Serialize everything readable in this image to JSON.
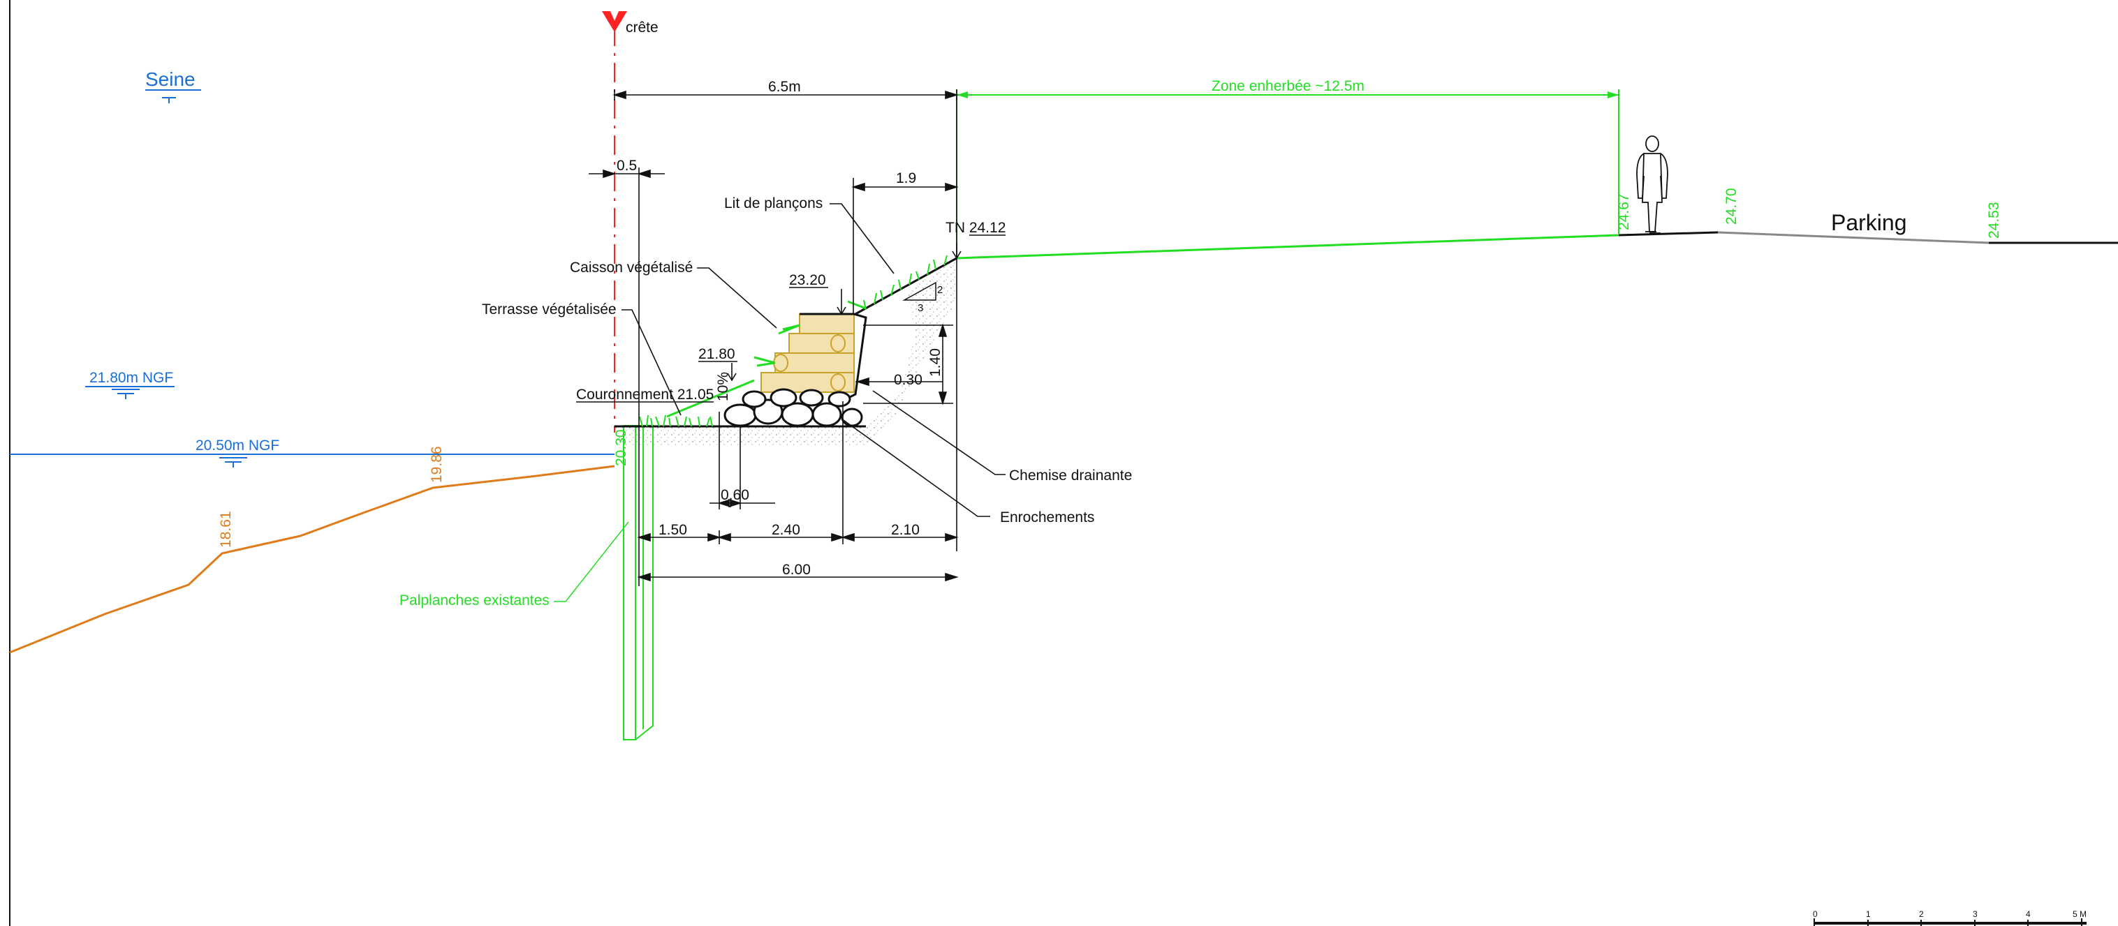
{
  "colors": {
    "water": "#1a6fd6",
    "green": "#22dd22",
    "orange": "#e07b1a",
    "red": "#ff2222",
    "black": "#111111",
    "gravel": "#c8c8c8",
    "wood": "#c9a227",
    "log_fill": "#f3e2b0"
  },
  "labels": {
    "crest": "crête",
    "seine": "Seine",
    "water_high": "21.80m NGF",
    "water_low": "20.50m NGF",
    "grass_zone": "Zone enherbée ~12.5m",
    "parking": "Parking",
    "lit_plancons": "Lit de plançons",
    "caisson": "Caisson végétalisé",
    "terrasse": "Terrasse végétalisée",
    "couronnement": "Couronnement 21.05",
    "chemise": "Chemise drainante",
    "enrochements": "Enrochements",
    "palplanches": "Palplanches existantes",
    "tn": "TN 24.12",
    "pct": "10%"
  },
  "elevations": {
    "e2030": "20.30",
    "e1986": "19.86",
    "e1861": "18.61",
    "e2467": "24.67",
    "e2470": "24.70",
    "e2453": "24.53",
    "e2320": "23.20",
    "e2180": "21.80"
  },
  "dimensions": {
    "d65": "6.5m",
    "d05": "0.5",
    "d19": "1.9",
    "d140": "1.40",
    "d030": "0.30",
    "d060": "0.60",
    "d150": "1.50",
    "d240": "2.40",
    "d210": "2.10",
    "d600": "6.00",
    "slope_v": "2",
    "slope_h": "3"
  },
  "scale_bar": {
    "ticks": [
      "0",
      "1",
      "2",
      "3",
      "4",
      "5 M"
    ]
  }
}
